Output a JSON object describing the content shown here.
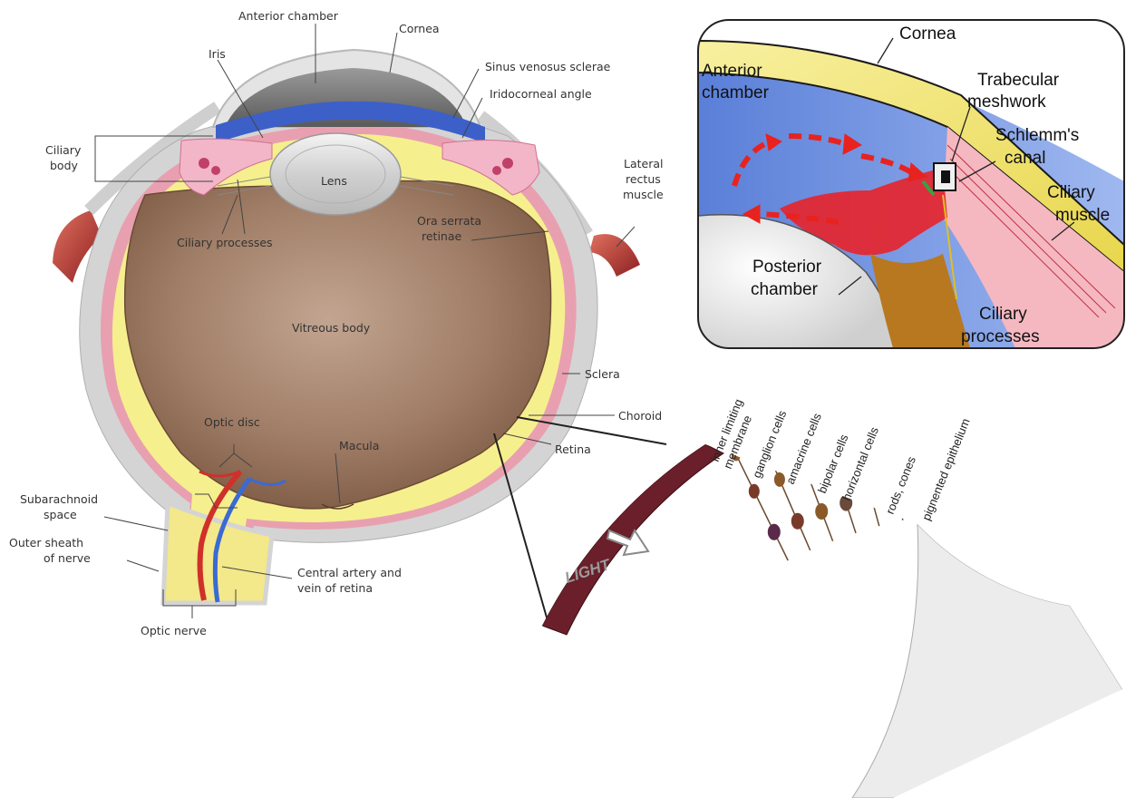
{
  "eye_labels": {
    "anterior_chamber": "Anterior chamber",
    "cornea": "Cornea",
    "iris": "Iris",
    "sinus_venosus": "Sinus venosus sclerae",
    "iridocorneal_angle": "Iridocorneal angle",
    "ciliary_body_1": "Ciliary",
    "ciliary_body_2": "body",
    "lens": "Lens",
    "lateral_rectus_1": "Lateral",
    "lateral_rectus_2": "rectus",
    "lateral_rectus_3": "muscle",
    "ciliary_processes": "Ciliary processes",
    "ora_serrata_1": "Ora serrata",
    "ora_serrata_2": "retinae",
    "vitreous_body": "Vitreous body",
    "sclera": "Sclera",
    "choroid": "Choroid",
    "retina": "Retina",
    "optic_disc": "Optic disc",
    "macula": "Macula",
    "subarachnoid_1": "Subarachnoid",
    "subarachnoid_2": "space",
    "outer_sheath_1": "Outer sheath",
    "outer_sheath_2": "of nerve",
    "central_artery_1": "Central artery and",
    "central_artery_2": "vein of retina",
    "optic_nerve": "Optic nerve"
  },
  "inset_labels": {
    "cornea": "Cornea",
    "anterior_chamber_1": "Anterior",
    "anterior_chamber_2": "chamber",
    "trabecular_1": "Trabecular",
    "trabecular_2": "meshwork",
    "schlemm_1": "Schlemm's",
    "schlemm_2": "canal",
    "ciliary_muscle_1": "Ciliary",
    "ciliary_muscle_2": "muscle",
    "posterior_chamber_1": "Posterior",
    "posterior_chamber_2": "chamber",
    "ciliary_processes_1": "Ciliary",
    "ciliary_processes_2": "processes"
  },
  "retina_labels": {
    "inner_limiting_1": "inner limiting",
    "inner_limiting_2": "membrane",
    "ganglion": "ganglion cells",
    "amacrine": "amacrine cells",
    "bipolar": "bipolar cells",
    "horizontal": "horizontal cells",
    "rods_cones": "rods, cones",
    "pigmented": "pignented epithelium",
    "light": "LIGHT"
  },
  "colors": {
    "sclera": "#d4d4d4",
    "choroid": "#e8a0b0",
    "retina": "#f6ef8e",
    "vitreous": "#a88670",
    "iris_blue": "#3c60c8",
    "muscle": "#b83a3a",
    "flow_arrow": "#e8231f",
    "nerve": "#f3e88a"
  }
}
